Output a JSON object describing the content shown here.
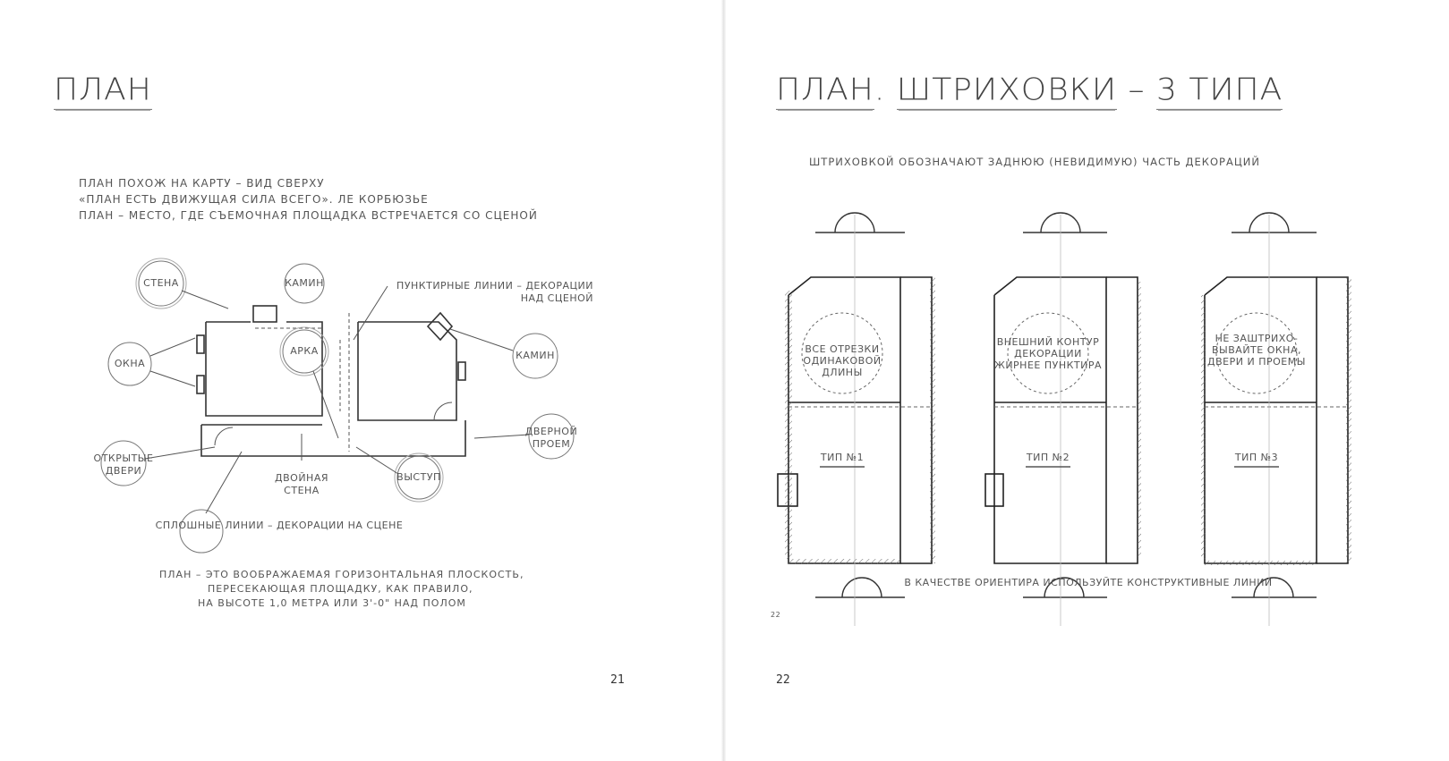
{
  "left_page": {
    "title": "ПЛАН",
    "intro_lines": [
      "ПЛАН ПОХОЖ НА КАРТУ – ВИД СВЕРХУ",
      "«ПЛАН ЕСТЬ ДВИЖУЩАЯ СИЛА ВСЕГО». ЛЕ КОРБЮЗЬЕ",
      "ПЛАН – МЕСТО, ГДЕ СЪЕМОЧНАЯ ПЛОЩАДКА ВСТРЕЧАЕТСЯ СО СЦЕНОЙ"
    ],
    "diagram_labels": {
      "wall": "СТЕНА",
      "fireplace_top": "КАМИН",
      "windows": "ОКНА",
      "arch": "АРКА",
      "dotted_lines_1": "ПУНКТИРНЫЕ ЛИНИИ – ДЕКОРАЦИИ",
      "dotted_lines_2": "НАД СЦЕНОЙ",
      "fireplace_right": "КАМИН",
      "door_opening_1": "ДВЕРНОЙ",
      "door_opening_2": "ПРОЕМ",
      "open_doors_1": "ОТКРЫТЫЕ",
      "open_doors_2": "ДВЕРИ",
      "double_wall_1": "ДВОЙНАЯ",
      "double_wall_2": "СТЕНА",
      "ledge": "ВЫСТУП",
      "solid_lines": "СПЛОШНЫЕ ЛИНИИ – ДЕКОРАЦИИ НА СЦЕНЕ"
    },
    "footer_lines": [
      "ПЛАН – ЭТО ВООБРАЖАЕМАЯ ГОРИЗОНТАЛЬНАЯ ПЛОСКОСТЬ,",
      "ПЕРЕСЕКАЮЩАЯ ПЛОЩАДКУ, КАК ПРАВИЛО,",
      "НА ВЫСОТЕ 1,0 МЕТРА ИЛИ 3'-0\" НАД ПОЛОМ"
    ],
    "page_number": "21"
  },
  "right_page": {
    "title_part1": "ПЛАН",
    "title_sep": ".",
    "title_part2": "ШТРИХОВКИ",
    "title_dash": "–",
    "title_part3": "3 ТИПА",
    "subtitle": "ШТРИХОВКОЙ ОБОЗНАЧАЮТ ЗАДНЮЮ (НЕВИДИМУЮ) ЧАСТЬ ДЕКОРАЦИЙ",
    "plans": [
      {
        "note_lines": [
          "ВСЕ ОТРЕЗКИ",
          "ОДИНАКОВОЙ",
          "ДЛИНЫ"
        ],
        "type_label": "ТИП №1"
      },
      {
        "note_lines": [
          "ВНЕШНИЙ КОНТУР",
          "ДЕКОРАЦИИ",
          "ЖИРНЕЕ ПУНКТИРА"
        ],
        "type_label": "ТИП №2"
      },
      {
        "note_lines": [
          "НЕ ЗАШТРИХО-",
          "ВЫВАЙТЕ ОКНА,",
          "ДВЕРИ И ПРОЕМЫ"
        ],
        "type_label": "ТИП №3"
      }
    ],
    "bottom_note": "В КАЧЕСТВЕ ОРИЕНТИРА ИСПОЛЬЗУЙТЕ КОНСТРУКТИВНЫЕ ЛИНИИ",
    "inner_page_number": "22",
    "page_number": "22"
  }
}
